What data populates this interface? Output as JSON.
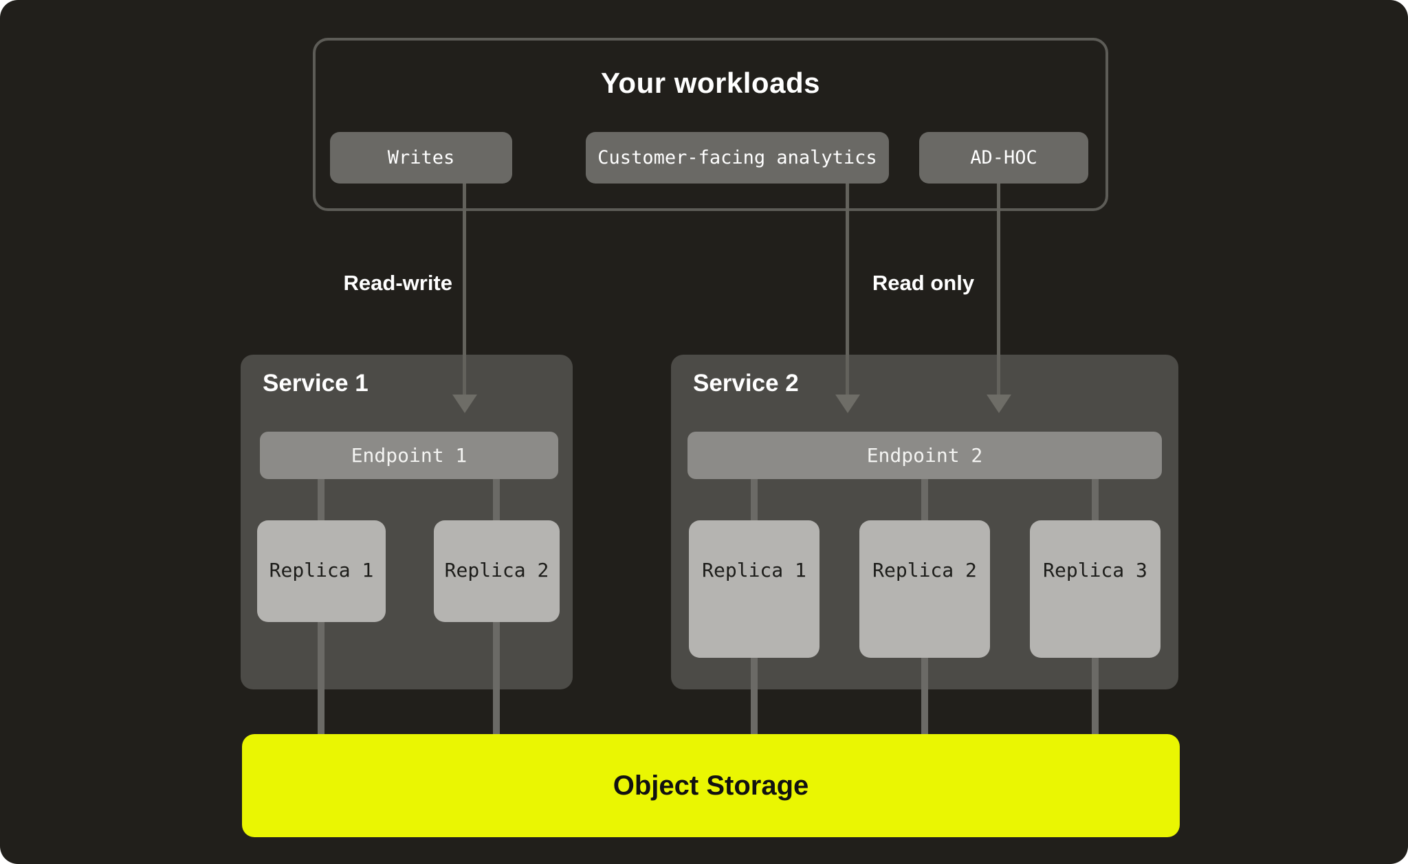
{
  "colors": {
    "background": "#211f1b",
    "workloads_border": "#5d5c57",
    "button_gray": "#6a6965",
    "service_gray": "#4c4b47",
    "endpoint_gray": "#8c8b88",
    "replica_gray": "#b5b4b1",
    "connector_gray": "#6b6a66",
    "storage_yellow": "#eaf602"
  },
  "workloads": {
    "title": "Your workloads",
    "buttons": [
      {
        "label": "Writes"
      },
      {
        "label": "Customer-facing analytics"
      },
      {
        "label": "AD-HOC"
      }
    ]
  },
  "edges": {
    "read_write_label": "Read-write",
    "read_only_label": "Read only"
  },
  "services": [
    {
      "title": "Service 1",
      "endpoint": "Endpoint 1",
      "replicas": [
        "Replica 1",
        "Replica 2"
      ]
    },
    {
      "title": "Service 2",
      "endpoint": "Endpoint 2",
      "replicas": [
        "Replica 1",
        "Replica 2",
        "Replica 3"
      ]
    }
  ],
  "storage": {
    "label": "Object Storage"
  }
}
